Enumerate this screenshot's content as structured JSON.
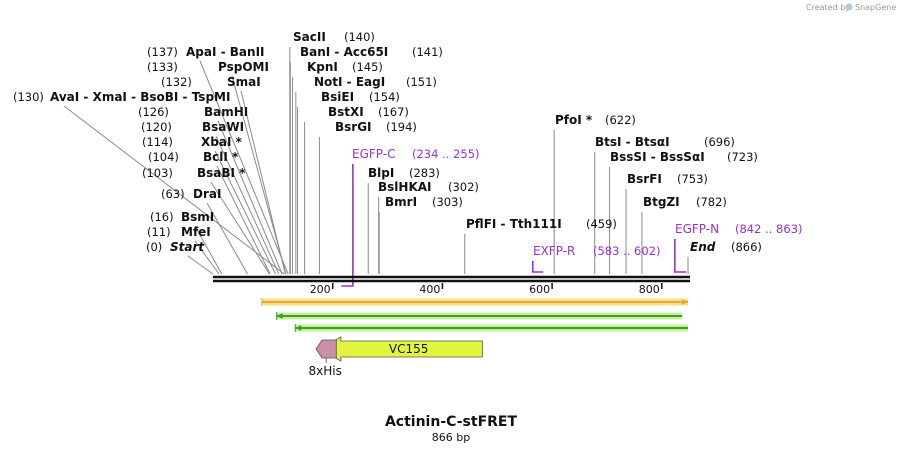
{
  "credit": {
    "text": "Created by",
    "brand": "SnapGene"
  },
  "map": {
    "title": "Actinin-C-stFRET",
    "subtitle": "866 bp",
    "length": 866,
    "ruler_ticks": [
      "200",
      "400",
      "600",
      "800"
    ]
  },
  "sites": [
    {
      "name": "Start",
      "pos": "(0)",
      "bp": 0,
      "italic": true
    },
    {
      "name": "MfeI",
      "pos": "(11)",
      "bp": 11
    },
    {
      "name": "BsmI",
      "pos": "(16)",
      "bp": 16
    },
    {
      "name": "DraI",
      "pos": "(63)",
      "bp": 63
    },
    {
      "name": "BsaBI *",
      "pos": "(103)",
      "bp": 103
    },
    {
      "name": "BclI *",
      "pos": "(104)",
      "bp": 104
    },
    {
      "name": "XbaI *",
      "pos": "(114)",
      "bp": 114
    },
    {
      "name": "BsaWI",
      "pos": "(120)",
      "bp": 120
    },
    {
      "name": "BamHI",
      "pos": "(126)",
      "bp": 126
    },
    {
      "name": "AvaI  -  XmaI  -  BsoBI  -  TspMI",
      "pos": "(130)",
      "bp": 130
    },
    {
      "name": "SmaI",
      "pos": "(132)",
      "bp": 132
    },
    {
      "name": "PspOMI",
      "pos": "(133)",
      "bp": 133
    },
    {
      "name": "ApaI  -  BanII",
      "pos": "(137)",
      "bp": 137
    },
    {
      "name": "SacII",
      "pos": "(140)",
      "bp": 140
    },
    {
      "name": "BanI  -  Acc65I",
      "pos": "(141)",
      "bp": 141
    },
    {
      "name": "KpnI",
      "pos": "(145)",
      "bp": 145
    },
    {
      "name": "NotI  -  EagI",
      "pos": "(151)",
      "bp": 151
    },
    {
      "name": "BsiEI",
      "pos": "(154)",
      "bp": 154
    },
    {
      "name": "BstXI",
      "pos": "(167)",
      "bp": 167
    },
    {
      "name": "BsrGI",
      "pos": "(194)",
      "bp": 194
    },
    {
      "name": "BlpI",
      "pos": "(283)",
      "bp": 283
    },
    {
      "name": "BslHKAI",
      "pos": "(302)",
      "bp": 302
    },
    {
      "name": "BmrI",
      "pos": "(303)",
      "bp": 303
    },
    {
      "name": "PflFI  -  Tth111I",
      "pos": "(459)",
      "bp": 459
    },
    {
      "name": "PfoI *",
      "pos": "(622)",
      "bp": 622
    },
    {
      "name": "BtsI  -  BtsαI",
      "pos": "(696)",
      "bp": 696
    },
    {
      "name": "BssSI  -  BssSαI",
      "pos": "(723)",
      "bp": 723
    },
    {
      "name": "BsrFI",
      "pos": "(753)",
      "bp": 753
    },
    {
      "name": "BtgZI",
      "pos": "(782)",
      "bp": 782
    },
    {
      "name": "End",
      "pos": "(866)",
      "bp": 866,
      "italic": true
    }
  ],
  "primers": [
    {
      "name": "EGFP-C",
      "range": "(234 .. 255)",
      "start": 234,
      "end": 255,
      "direction": "forward"
    },
    {
      "name": "EXFP-R",
      "range": "(583 .. 602)",
      "start": 583,
      "end": 602,
      "direction": "reverse"
    },
    {
      "name": "EGFP-N",
      "range": "(842 .. 863)",
      "start": 842,
      "end": 863,
      "direction": "reverse"
    }
  ],
  "features": [
    {
      "name": "VC155",
      "start": 193,
      "end": 440,
      "direction": "reverse",
      "color": "#e2f53d"
    },
    {
      "name": "8xHis",
      "start": 166,
      "end": 192,
      "direction": "reverse",
      "color": "#c98fa8"
    }
  ],
  "orfs": [
    {
      "start": 89,
      "end": 866,
      "direction": "forward",
      "color": "#e8a93c"
    },
    {
      "start": 116,
      "end": 855,
      "direction": "reverse",
      "color": "#3aa224"
    },
    {
      "start": 150,
      "end": 866,
      "direction": "reverse",
      "color": "#3aa224"
    }
  ]
}
